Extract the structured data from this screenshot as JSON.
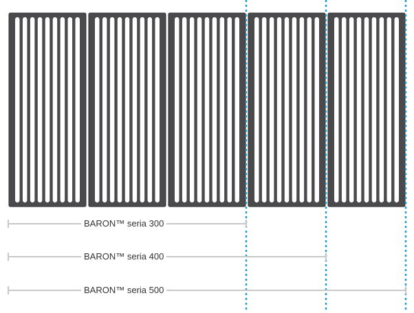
{
  "colors": {
    "grate_fill": "#4a4a4c",
    "grate_edge": "#2f2f31",
    "slot_fill": "#ffffff",
    "range_line": "#c8c8c8",
    "divider_line": "#1f9ad6"
  },
  "grates": [
    {
      "slots": 9
    },
    {
      "slots": 9
    },
    {
      "slots": 9
    },
    {
      "slots": 9
    },
    {
      "slots": 9
    }
  ],
  "series": [
    {
      "label": "BARON™ seria 300",
      "grate_count": 3
    },
    {
      "label": "BARON™ seria 400",
      "grate_count": 4
    },
    {
      "label": "BARON™ seria 500",
      "grate_count": 5
    }
  ]
}
